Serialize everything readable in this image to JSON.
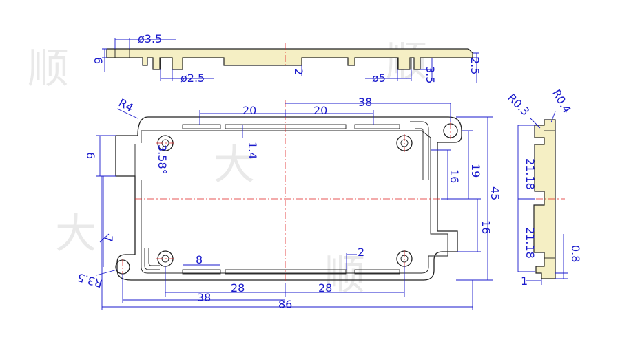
{
  "colors": {
    "outline": "#222222",
    "dimension": "#1a1acc",
    "centerline": "#e02020",
    "fill": "#f5efc4"
  },
  "watermark": [
    "顺",
    "大",
    "顺",
    "大",
    "顺"
  ],
  "labels": {
    "top_hole_dia": "ø3.5",
    "top_height": "6",
    "top_small_hole": "ø2.5",
    "top_center_2": "2",
    "top_hole5": "ø5",
    "top_3_5": "3.5",
    "top_2_5": "2.5",
    "radius_4": "R4",
    "dim_20a": "20",
    "dim_20b": "20",
    "dim_38_top": "38",
    "dim_1_4": "1.4",
    "dim_6_left": "6",
    "dim_3_58": "3.58°",
    "dim_16_right": "16",
    "dim_19": "19",
    "dim_45": "45",
    "dim_16_lower": "16",
    "dim_7": "7",
    "dim_8": "8",
    "dim_2_small": "2",
    "radius_3_5": "R3.5",
    "dim_28_left": "28",
    "dim_28_right": "28",
    "dim_38_bottom": "38",
    "dim_86": "86",
    "side_r03": "R0.3",
    "side_r04": "R0.4",
    "side_21_18a": "21.18",
    "side_21_18b": "21.18",
    "side_0_8": "0.8",
    "side_1": "1"
  }
}
